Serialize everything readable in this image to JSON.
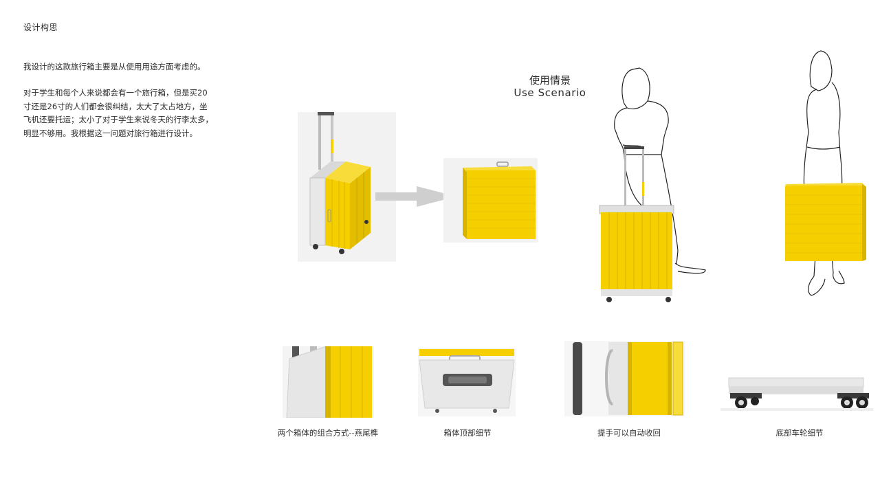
{
  "heading": "设计构思",
  "intro": "我设计的这款旅行箱主要是从使用用途方面考虑的。",
  "body_lines": [
    "对于学生和每个人来说都会有一个旅行箱，但是买20",
    "寸还是26寸的人们都会很纠结，太大了太占地方，坐",
    "飞机还要托运；太小了对于学生来说冬天的行李太多，",
    "明显不够用。我根据这一问题对旅行箱进行设计。"
  ],
  "scenario": {
    "title_zh": "使用情景",
    "title_en": "Use Scenario"
  },
  "details": [
    {
      "caption": "两个箱体的组合方式--燕尾榫"
    },
    {
      "caption": "箱体顶部细节"
    },
    {
      "caption": "提手可以自动收回"
    },
    {
      "caption": "底部车轮细节"
    }
  ],
  "colors": {
    "accent_yellow": "#f5cf00",
    "shell_gray": "#e4e4e4",
    "arrow_gray": "#cfcfcf",
    "text": "#2b2b2b"
  }
}
